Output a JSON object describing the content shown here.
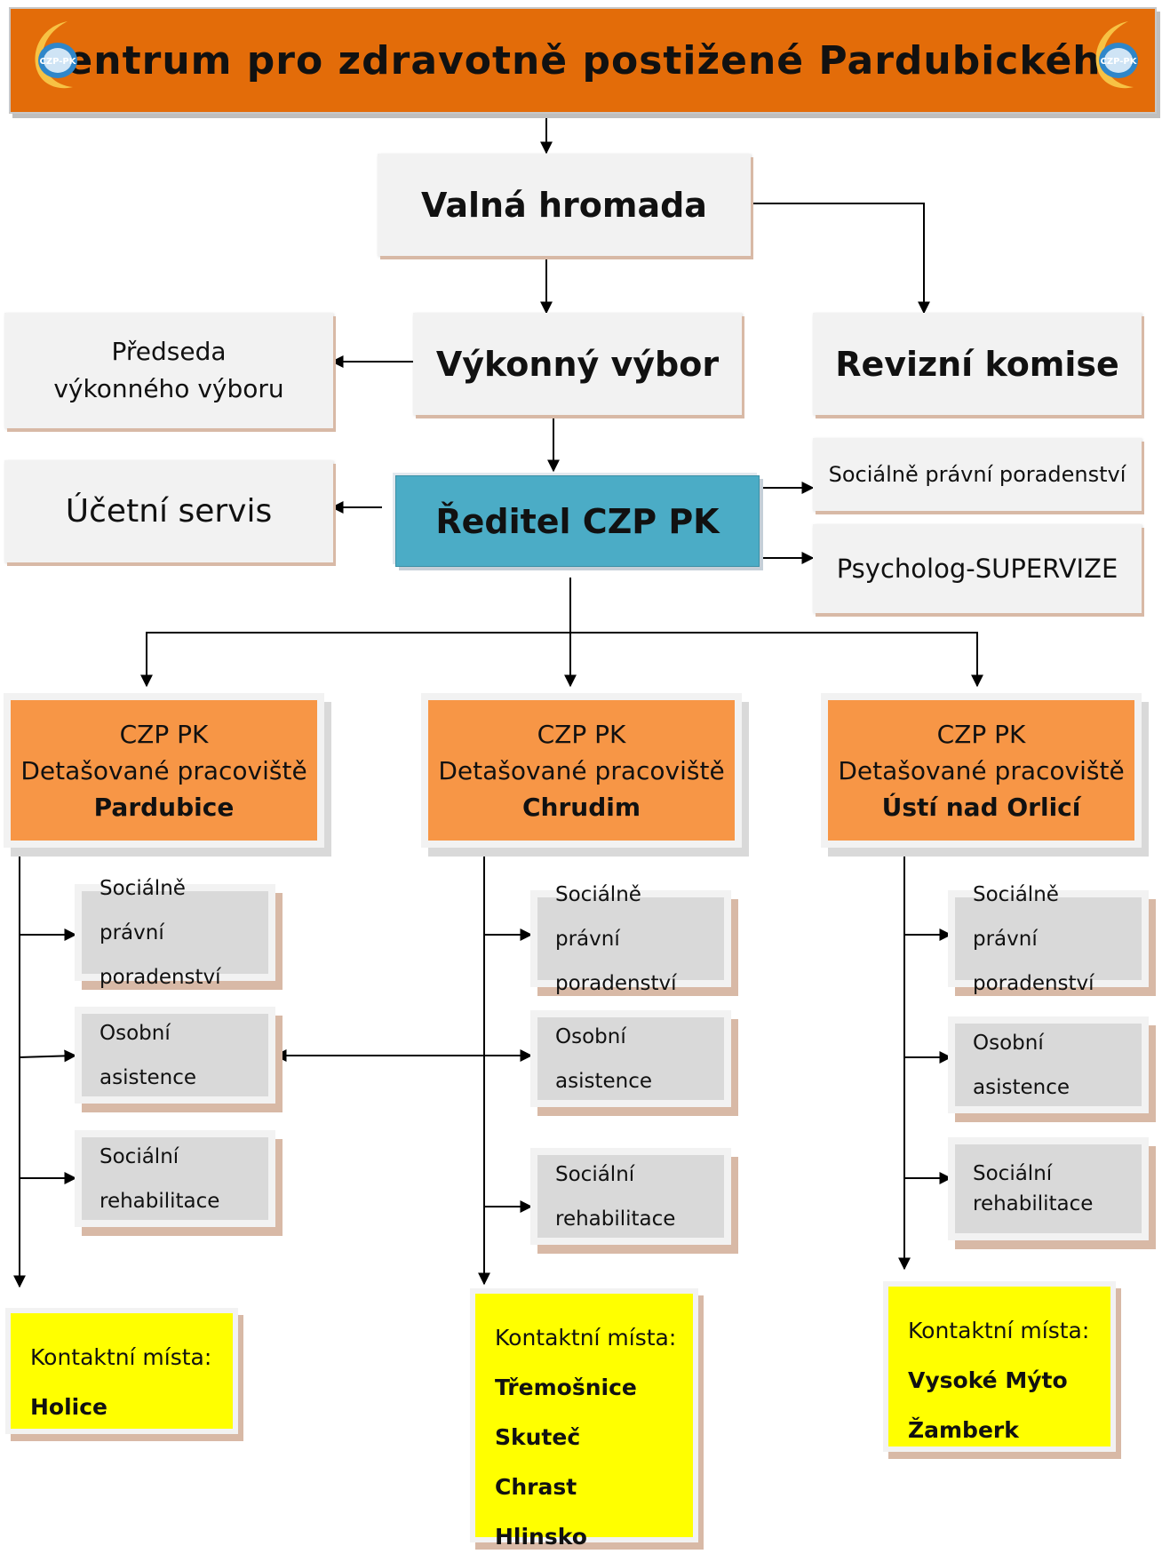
{
  "header": {
    "title": "Centrum pro zdravotně postižené Pardubického",
    "logo_text": "CZP-PK",
    "bg_color": "#e36c09"
  },
  "nodes": {
    "valna": "Valná hromada",
    "vykonny": "Výkonný výbor",
    "revizni": "Revizní komise",
    "predseda": "Předseda výkonného výboru",
    "ucetni": "Účetní servis",
    "reditel": "Ředitel CZP PK",
    "socialne_pravni": "Sociálně právní poradenství",
    "psycholog": "Psycholog-SUPERVIZE"
  },
  "branches": [
    {
      "line1": "CZP PK",
      "line2": "Detašované pracoviště",
      "city": "Pardubice",
      "services": [
        "Sociálně právní poradenství",
        "Osobní asistence",
        "Sociální rehabilitace"
      ],
      "contact_label": "Kontaktní místa:",
      "contacts": [
        "Holice"
      ]
    },
    {
      "line1": "CZP PK",
      "line2": "Detašované pracoviště",
      "city": "Chrudim",
      "services": [
        "Sociálně právní poradenství",
        "Osobní asistence",
        "Sociální rehabilitace"
      ],
      "contact_label": "Kontaktní místa:",
      "contacts": [
        "Třemošnice",
        "Skuteč",
        "Chrast",
        "Hlinsko"
      ]
    },
    {
      "line1": "CZP PK",
      "line2": "Detašované pracoviště",
      "city": "Ústí nad Orlicí",
      "services": [
        "Sociálně právní poradenství",
        "Osobní asistence",
        "Sociální rehabilitace"
      ],
      "contact_label": "Kontaktní místa:",
      "contacts": [
        "Vysoké Mýto",
        "Žamberk"
      ]
    }
  ],
  "colors": {
    "director": "#4bacc6",
    "branch": "#f79646",
    "service": "#d9d9d9",
    "contact": "#ffff00"
  }
}
